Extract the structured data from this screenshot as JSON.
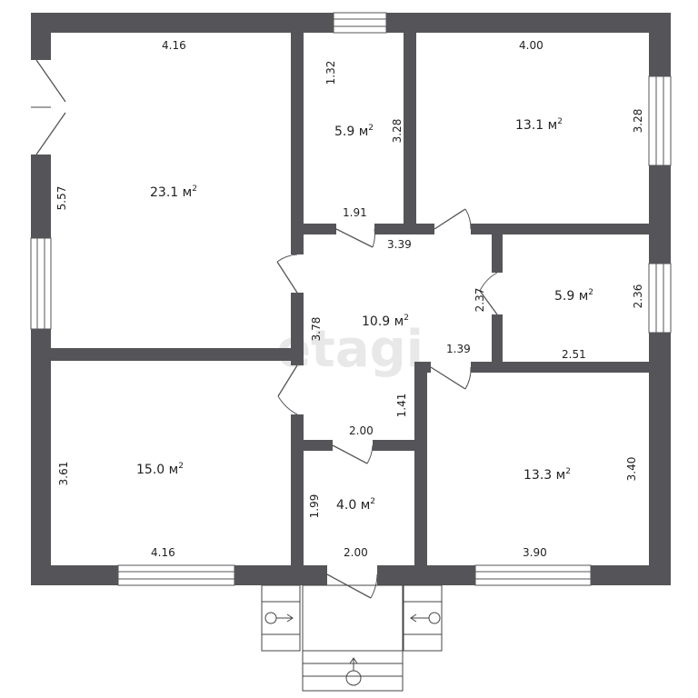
{
  "plan": {
    "watermark": "etagi",
    "area_unit": "м",
    "area_exponent": "2",
    "rooms": [
      {
        "id": "living",
        "area": "23.1"
      },
      {
        "id": "small-top",
        "area": "5.9"
      },
      {
        "id": "bedroom-top-right",
        "area": "13.1"
      },
      {
        "id": "hall",
        "area": "10.9"
      },
      {
        "id": "small-right",
        "area": "5.9"
      },
      {
        "id": "bedroom-bottom-left",
        "area": "15.0"
      },
      {
        "id": "vestibule",
        "area": "4.0"
      },
      {
        "id": "bedroom-bottom-right",
        "area": "13.3"
      }
    ],
    "dimensions": [
      "4.16",
      "5.57",
      "1.32",
      "3.28",
      "1.91",
      "4.00",
      "3.28",
      "3.39",
      "2.37",
      "2.36",
      "3.78",
      "1.39",
      "2.51",
      "1.41",
      "2.00",
      "3.61",
      "3.40",
      "1.99",
      "4.16",
      "2.00",
      "3.90"
    ]
  }
}
